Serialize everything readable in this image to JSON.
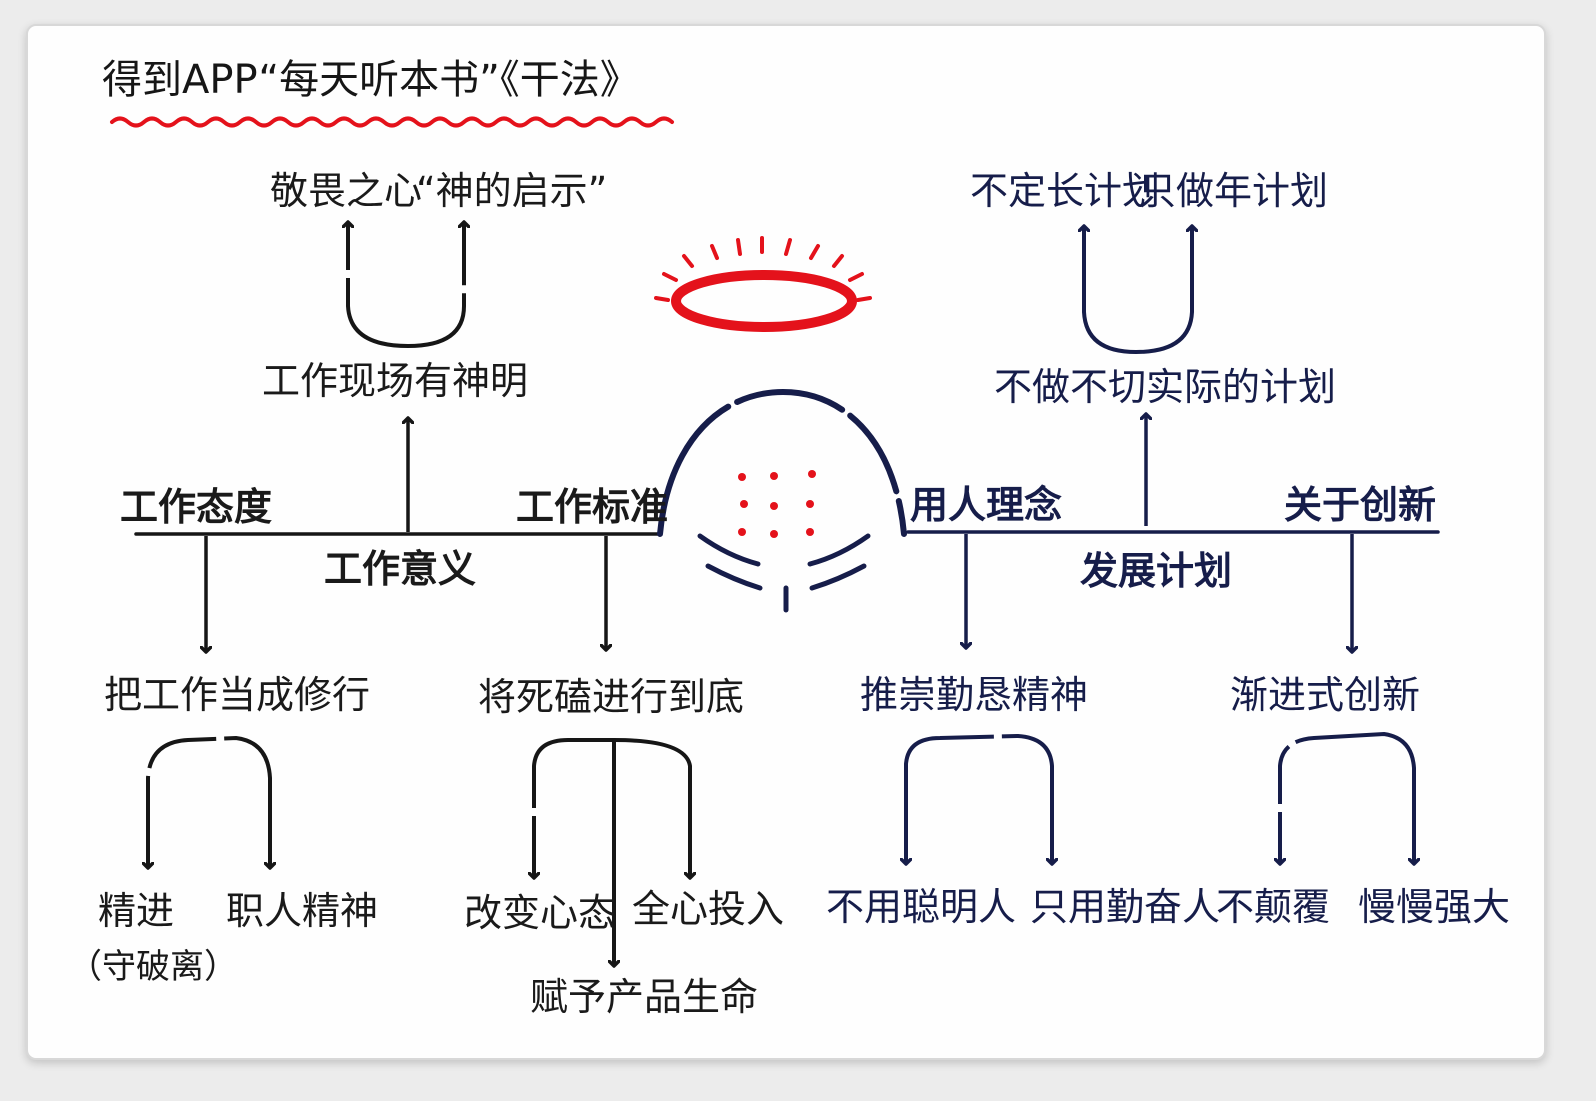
{
  "title": "得到APP“每天听本书”《干法》",
  "colors": {
    "ink": "#161616",
    "navy": "#161d4a",
    "accent": "#e4121b"
  },
  "branches": {
    "attitude": {
      "label": "工作态度",
      "child": "把工作当成修行",
      "leaves": [
        "精进",
        "职人精神"
      ],
      "note": "（守破离）"
    },
    "meaning": {
      "label": "工作意义",
      "child": "工作现场有神明",
      "leaves": [
        "敬畏之心",
        "“神的启示”"
      ]
    },
    "standard": {
      "label": "工作标准",
      "child": "将死磕进行到底",
      "leaves": [
        "改变心态",
        "全心投入",
        "赋予产品生命"
      ]
    },
    "people": {
      "label": "用人理念",
      "child": "推崇勤恳精神",
      "leaves": [
        "不用聪明人",
        "只用勤奋人"
      ]
    },
    "plan": {
      "label": "发展计划",
      "child": "不做不切实际的计划",
      "leaves": [
        "不定长计划",
        "只做年计划"
      ]
    },
    "innovation": {
      "label": "关于创新",
      "child": "渐进式创新",
      "leaves": [
        "不颠覆",
        "慢慢强大"
      ]
    }
  }
}
